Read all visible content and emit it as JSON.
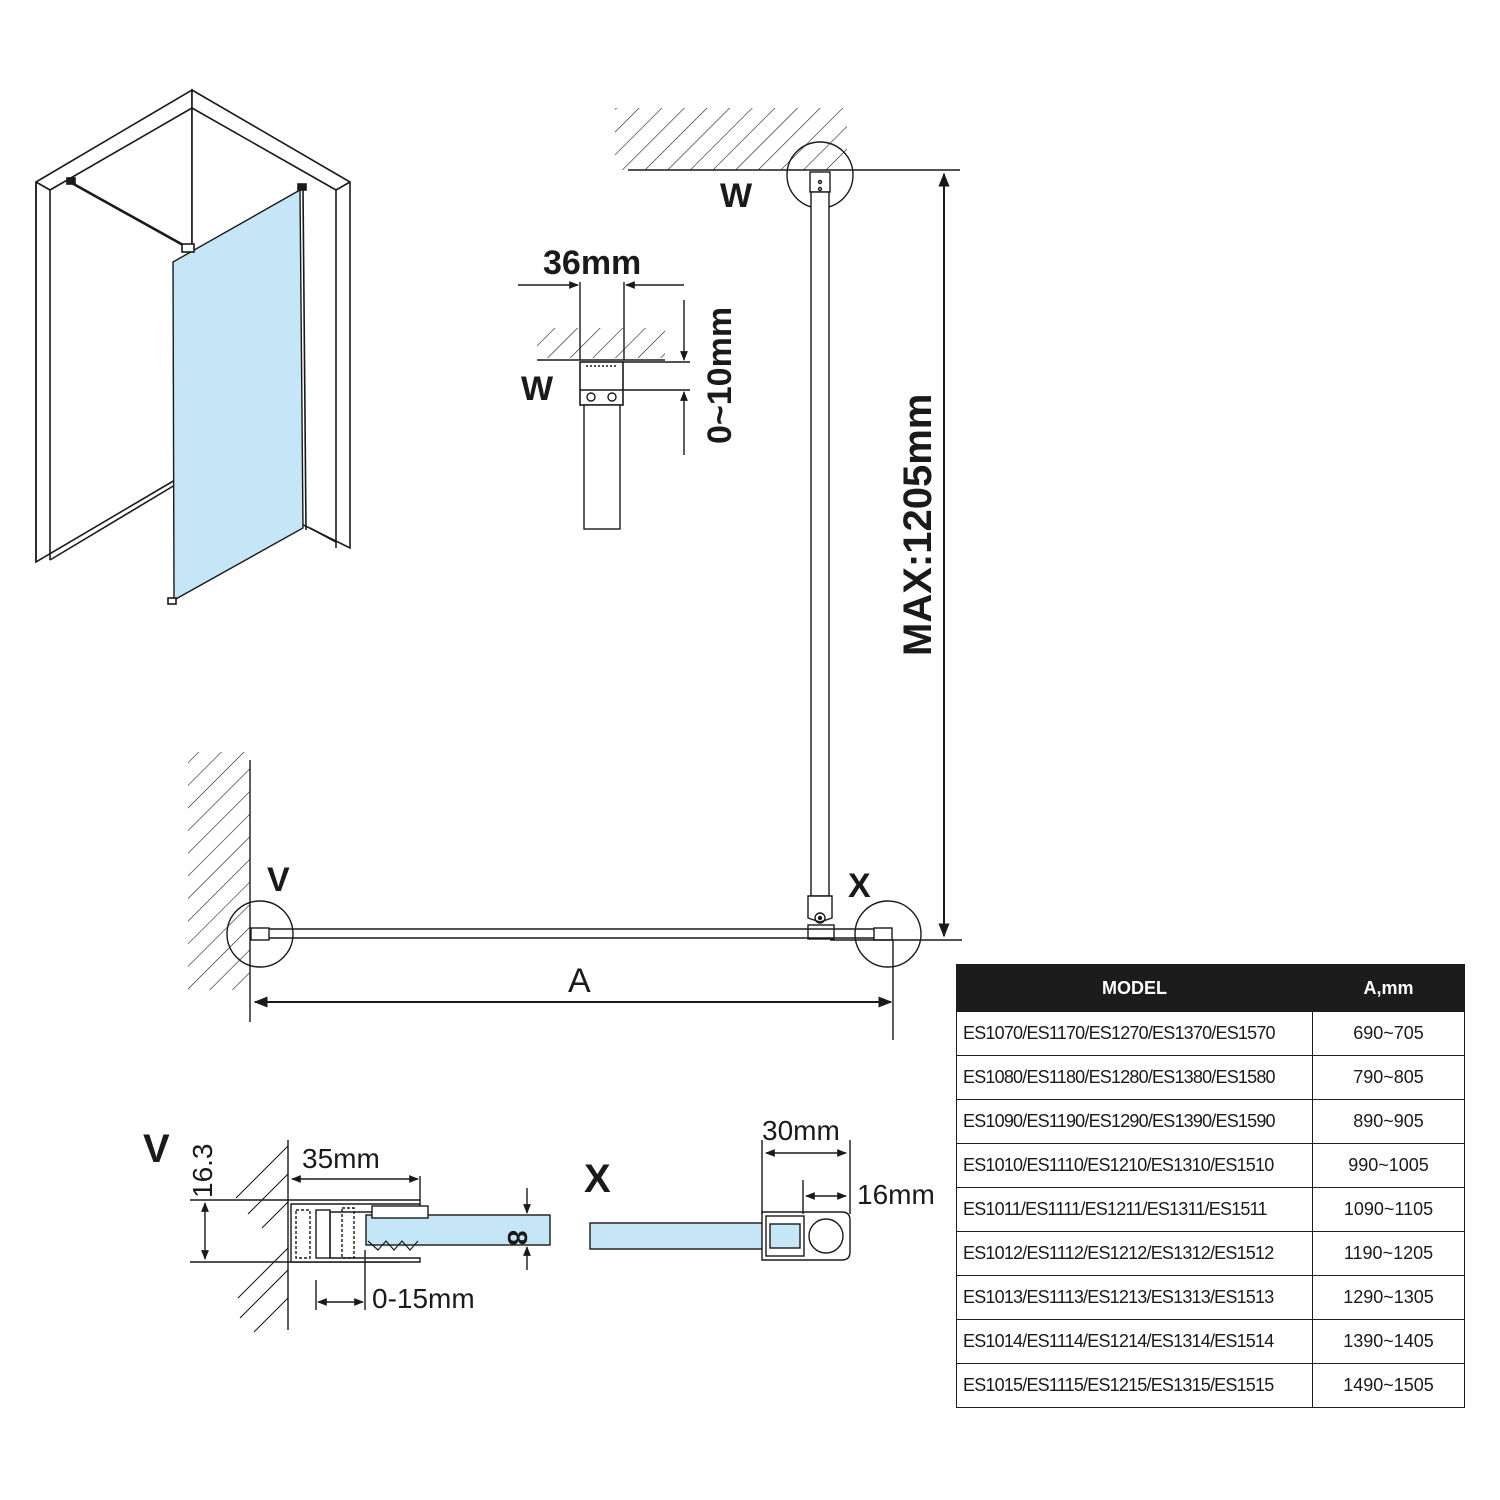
{
  "labels": {
    "w_main": "W",
    "w_detail": "W",
    "v_main": "V",
    "x_main": "X",
    "a": "A",
    "v_section": "V",
    "x_section": "X"
  },
  "dimensions": {
    "bracket_width": "36mm",
    "bracket_gap": "0~10mm",
    "max_height": "MAX:1205mm",
    "profile_height": "16.3",
    "profile_depth": "35mm",
    "adjust": "0-15mm",
    "glass_thickness": "8",
    "clamp_width": "30mm",
    "clamp_hole": "16mm"
  },
  "colors": {
    "glass": "#c5e6f6",
    "line": "#1a1a1a",
    "table_header_bg": "#1c1c1c"
  },
  "table": {
    "headers": [
      "MODEL",
      "A,mm"
    ],
    "rows": [
      {
        "model": "ES1070/ES1170/ES1270/ES1370/ES1570",
        "a": "690~705"
      },
      {
        "model": "ES1080/ES1180/ES1280/ES1380/ES1580",
        "a": "790~805"
      },
      {
        "model": "ES1090/ES1190/ES1290/ES1390/ES1590",
        "a": "890~905"
      },
      {
        "model": "ES1010/ES1110/ES1210/ES1310/ES1510",
        "a": "990~1005"
      },
      {
        "model": "ES1011/ES1111/ES1211/ES1311/ES1511",
        "a": "1090~1105"
      },
      {
        "model": "ES1012/ES1112/ES1212/ES1312/ES1512",
        "a": "1190~1205"
      },
      {
        "model": "ES1013/ES1113/ES1213/ES1313/ES1513",
        "a": "1290~1305"
      },
      {
        "model": "ES1014/ES1114/ES1214/ES1314/ES1514",
        "a": "1390~1405"
      },
      {
        "model": "ES1015/ES1115/ES1215/ES1315/ES1515",
        "a": "1490~1505"
      }
    ]
  }
}
